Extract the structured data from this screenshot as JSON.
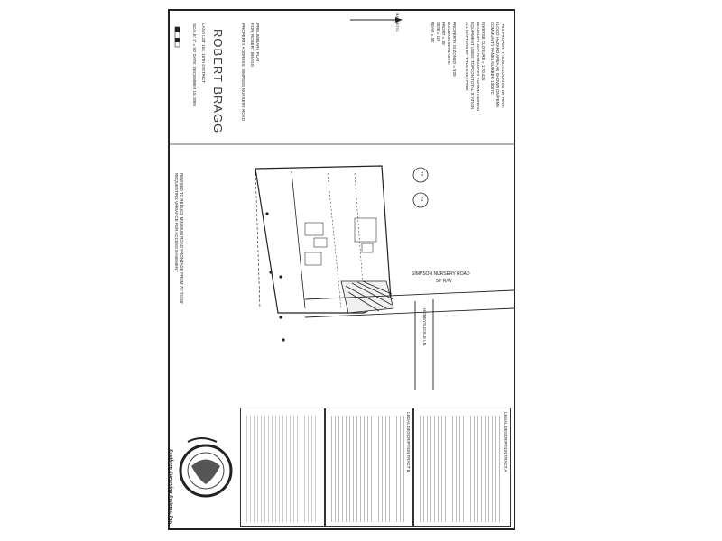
{
  "header": {
    "magnetic": "MAGNETIC",
    "notes": [
      "THIS PROPERTY IS NOT LOCATED WITHIN A",
      "FLOOD HAZARD AREA AS SHOWN ON FEMA",
      "COMMUNITY PANEL NUMBER 13067C",
      "INVERSE CLOSURE = 1:70,425",
      "BEARINGS AND DISTANCES SHOWN HEREON",
      "EQUIPMENT USED: TOPCON TOTAL STATION",
      "ALL MATTERS OF TITLE EXCEPTED"
    ],
    "zoning": [
      "PROPERTY IS ZONED = R20",
      "BUILDING SETBACKS:",
      "FRONT = 35'",
      "SIDE = 10'",
      "REAR = 35'"
    ]
  },
  "title_block": {
    "owner": "ROBERT BRAGG",
    "lines": [
      "PRELIMINARY PLAT",
      "FOR: ROBERT BRAGG",
      "PROPERTY ADDRESS: SIMPSON NURSERY ROAD",
      "LAND LOT 153, 16TH DISTRICT",
      "SCALE: 1\" = 50'   DATE: DECEMBER 15, 2006"
    ],
    "note_lines": [
      "REVISED TO REDUCE MINIMUM ROAD FRONTAGE FROM 75' TO 50'",
      "REQUESTING VARIANCE FOR ACCESS EASEMENT"
    ]
  },
  "plan": {
    "road_label": "SIMPSON NURSERY ROAD",
    "road_row": "50' R/W",
    "lot_a": "13",
    "lot_b": "14",
    "street_label": "HONEYSUCKLE LN."
  },
  "legal": {
    "heading_1": "LEGAL DESCRIPTION TRACT A",
    "heading_2": "LEGAL DESCRIPTION TRACT B"
  },
  "logo": {
    "company": "Southern Surveying Systems, Inc."
  }
}
